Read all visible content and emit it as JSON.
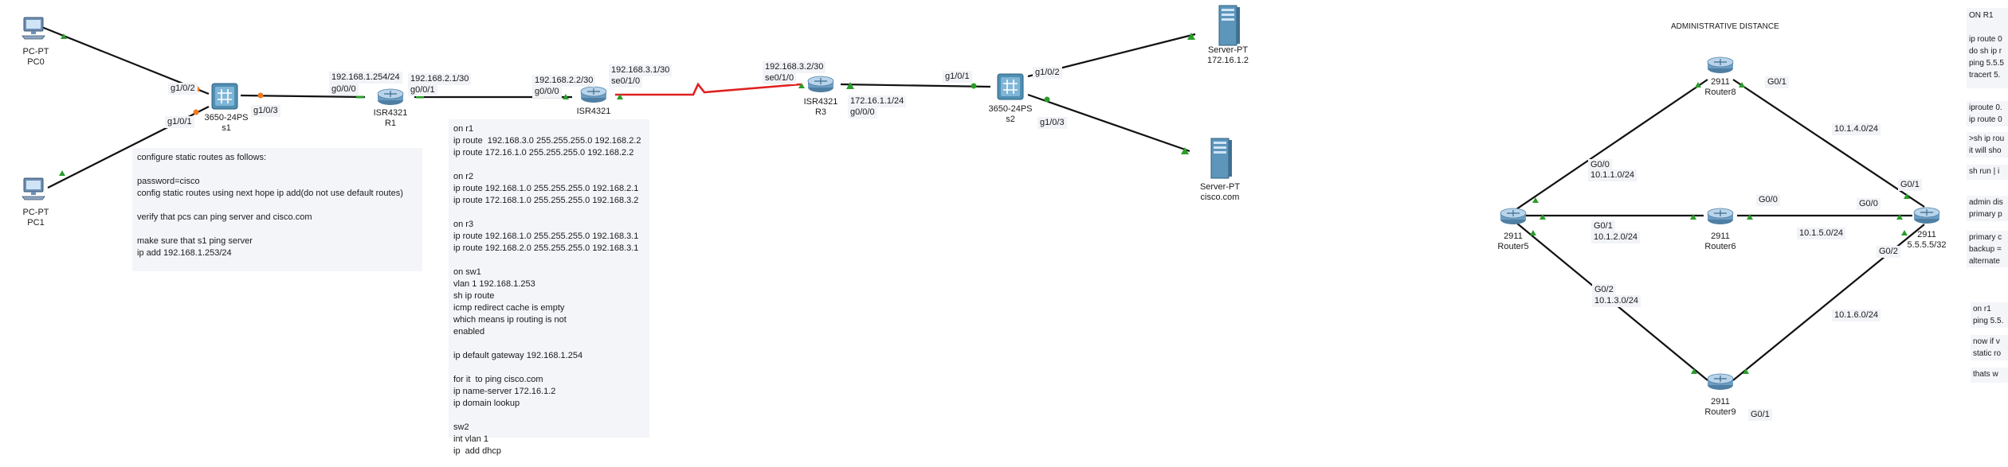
{
  "colors": {
    "background": "#ffffff",
    "link": "#111111",
    "serial_link": "#e02020",
    "port_up": "#2a9d2a",
    "port_blocked": "#f07a1e",
    "note_bg": "#f4f5f9"
  },
  "devices": {
    "pc0": {
      "type": "PC-PT",
      "name": "PC0",
      "icon": "pc-icon"
    },
    "pc1": {
      "type": "PC-PT",
      "name": "PC1",
      "icon": "pc-icon"
    },
    "s1": {
      "type": "3650-24PS",
      "name": "s1",
      "icon": "multilayer-switch-icon"
    },
    "r1": {
      "type": "ISR4321",
      "name": "R1",
      "icon": "router-icon"
    },
    "r2": {
      "type": "ISR4321",
      "name": "",
      "icon": "router-icon"
    },
    "r3": {
      "type": "ISR4321",
      "name": "R3",
      "icon": "router-icon"
    },
    "s2": {
      "type": "3650-24PS",
      "name": "s2",
      "icon": "multilayer-switch-icon"
    },
    "server1": {
      "type": "Server-PT",
      "name": "172.16.1.2",
      "icon": "server-icon"
    },
    "server2": {
      "type": "Server-PT",
      "name": "cisco.com",
      "icon": "server-icon"
    },
    "router5": {
      "type": "2911",
      "name": "Router5",
      "icon": "router-icon"
    },
    "router6": {
      "type": "2911",
      "name": "Router6",
      "icon": "router-icon"
    },
    "router8": {
      "type": "2911",
      "name": "Router8",
      "icon": "router-icon"
    },
    "router9": {
      "type": "2911",
      "name": "Router9",
      "icon": "router-icon"
    },
    "router_r": {
      "type": "2911",
      "name": "5.5.5.5/32",
      "icon": "router-icon"
    }
  },
  "port_labels": {
    "s1_g102": "g1/0/2",
    "s1_g101": "g1/0/1",
    "s1_g103": "g1/0/3",
    "r1_ip_left": "192.168.1.254/24",
    "r1_if_left": "g0/0/0",
    "r1_ip_right": "192.168.2.1/30",
    "r1_if_right": "g0/0/1",
    "r2_ip_left": "192.168.2.2/30",
    "r2_if_left": "g0/0/0",
    "r2_ip_right": "192.168.3.1/30",
    "r2_if_right": "se0/1/0",
    "r3_ip_left": "192.168.3.2/30",
    "r3_if_left": "se0/1/0",
    "r3_ip_right": "172.16.1.1/24",
    "r3_if_right": "g0/0/0",
    "s2_g101": "g1/0/1",
    "s2_g102": "g1/0/2",
    "s2_g103": "g1/0/3",
    "r8_g01": "G0/1",
    "r5_g00": "G0/0",
    "net_10_1_1": "10.1.1.0/24",
    "r5_g01": "G0/1",
    "net_10_1_2": "10.1.2.0/24",
    "r6_g00": "G0/0",
    "r5_g02": "G0/2",
    "net_10_1_3": "10.1.3.0/24",
    "r9_g01": "G0/1",
    "net_10_1_4": "10.1.4.0/24",
    "rr_g01": "G0/1",
    "rr_g00": "G0/0",
    "net_10_1_5": "10.1.5.0/24",
    "rr_g02": "G0/2",
    "net_10_1_6": "10.1.6.0/24"
  },
  "notes": {
    "task": [
      "configure static routes as follows:",
      "",
      "password=cisco",
      "config static routes using next hope ip add(do not use default routes)",
      "",
      "verify that pcs can ping server and cisco.com",
      "",
      "make sure that s1 ping server",
      "ip add 192.168.1.253/24"
    ],
    "config": [
      "on r1",
      "ip route  192.168.3.0 255.255.255.0 192.168.2.2",
      "ip route 172.16.1.0 255.255.255.0 192.168.2.2",
      "",
      "on r2",
      "ip route 192.168.1.0 255.255.255.0 192.168.2.1",
      "ip route 172.168.1.0 255.255.255.0 192.168.3.2",
      "",
      "on r3",
      "ip route 192.168.1.0 255.255.255.0 192.168.3.1",
      "ip route 192.168.2.0 255.255.255.0 192.168.3.1",
      "",
      "on sw1",
      "vlan 1 192.168.1.253",
      "sh ip route",
      "icmp redirect cache is empty",
      "which means ip routing is not",
      "enabled",
      "",
      "ip default gateway 192.168.1.254",
      "",
      "for it  to ping cisco.com",
      "ip name-server 172.16.1.2",
      "ip domain lookup",
      "",
      "sw2",
      "int vlan 1",
      "ip  add dhcp"
    ],
    "admin_title": "ADMINISTRATIVE  DISTANCE",
    "right_top": [
      "ON R1",
      "",
      "ip route 0",
      "do sh ip r",
      "ping 5.5.5",
      "tracert 5."
    ],
    "right_2": [
      "iproute 0.",
      "ip route 0"
    ],
    "right_3": [
      ">sh ip rou",
      "it will sho"
    ],
    "right_4": [
      "sh run | i"
    ],
    "right_5": [
      "admin dis",
      "primary p"
    ],
    "right_6": [
      "primary c",
      "backup =",
      "alternate"
    ],
    "right_7": [
      "on r1",
      "ping 5.5."
    ],
    "right_8": [
      "now if v",
      "static ro"
    ],
    "right_9": [
      "thats w"
    ]
  }
}
